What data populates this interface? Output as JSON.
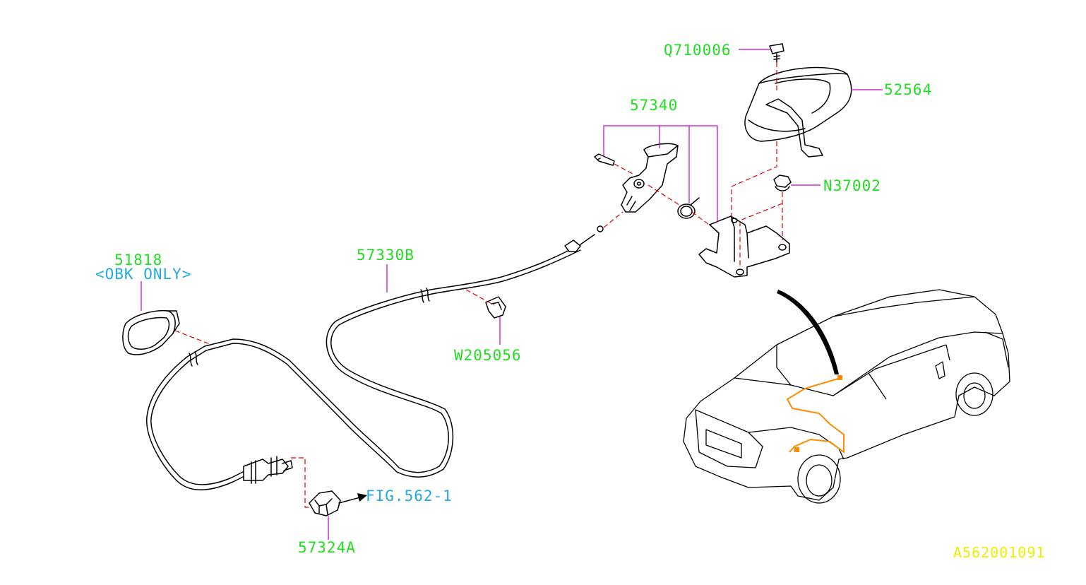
{
  "colors": {
    "part_number": "#22dd22",
    "note": "#22aadd",
    "figure_ref": "#22aadd",
    "leader": "#cc00cc",
    "dashed_line": "#e00000",
    "cable_route": "#ff8c00",
    "diagram_id": "#eeee00",
    "outline": "#000000"
  },
  "labels": {
    "p_q710006": "Q710006",
    "p_52564": "52564",
    "p_57340": "57340",
    "p_n37002": "N37002",
    "p_51818": "51818",
    "note_51818": "<OBK ONLY>",
    "p_57330b": "57330B",
    "p_w205056": "W205056",
    "fig_ref": "FIG.562-1",
    "p_57324a": "57324A"
  },
  "diagram_id": "A562001091"
}
